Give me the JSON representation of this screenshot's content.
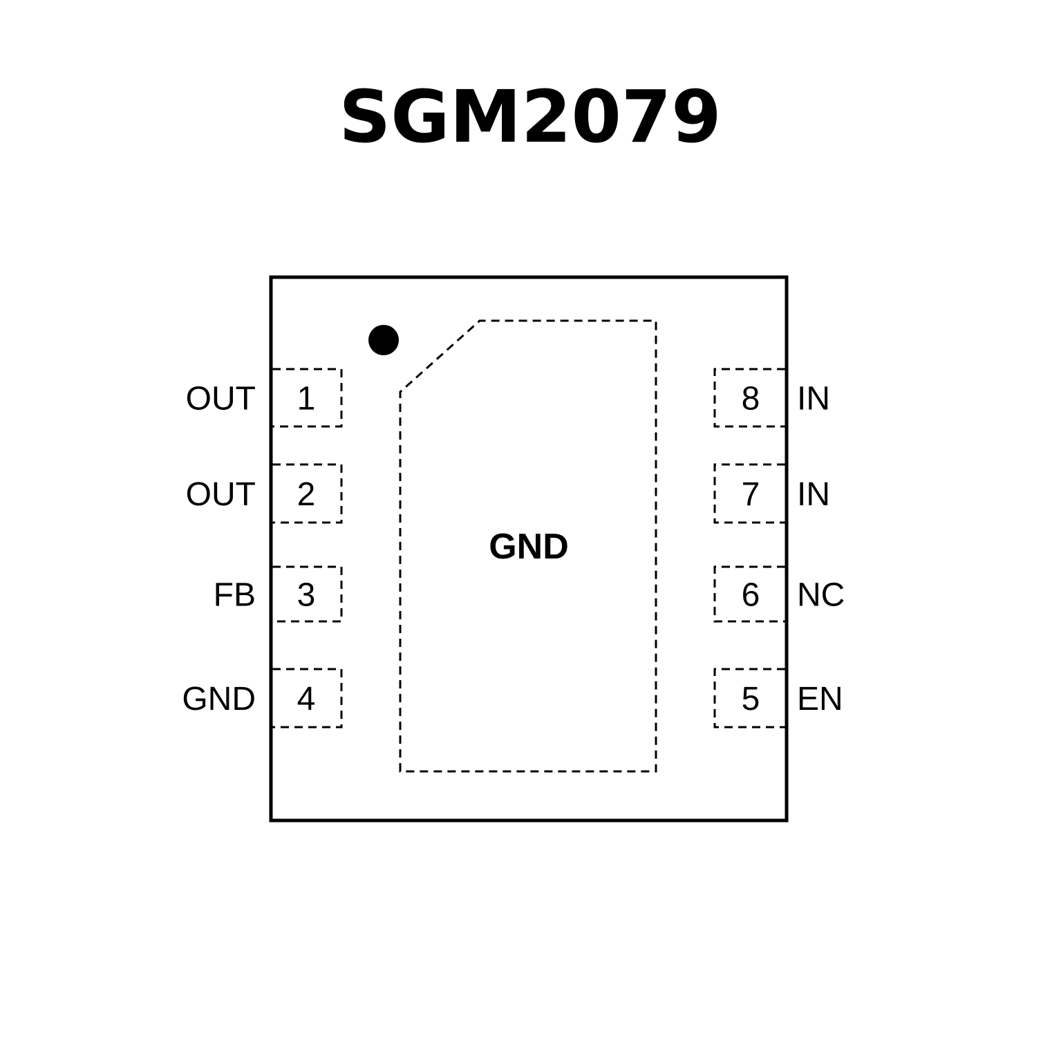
{
  "title": "SGM2079",
  "package": {
    "exposed_pad_label": "GND",
    "pin1_marker": "dot",
    "left_pins": [
      {
        "number": "1",
        "name": "OUT"
      },
      {
        "number": "2",
        "name": "OUT"
      },
      {
        "number": "3",
        "name": "FB"
      },
      {
        "number": "4",
        "name": "GND"
      }
    ],
    "right_pins": [
      {
        "number": "8",
        "name": "IN"
      },
      {
        "number": "7",
        "name": "IN"
      },
      {
        "number": "6",
        "name": "NC"
      },
      {
        "number": "5",
        "name": "EN"
      }
    ]
  },
  "colors": {
    "line": "#000000",
    "background": "#ffffff"
  }
}
